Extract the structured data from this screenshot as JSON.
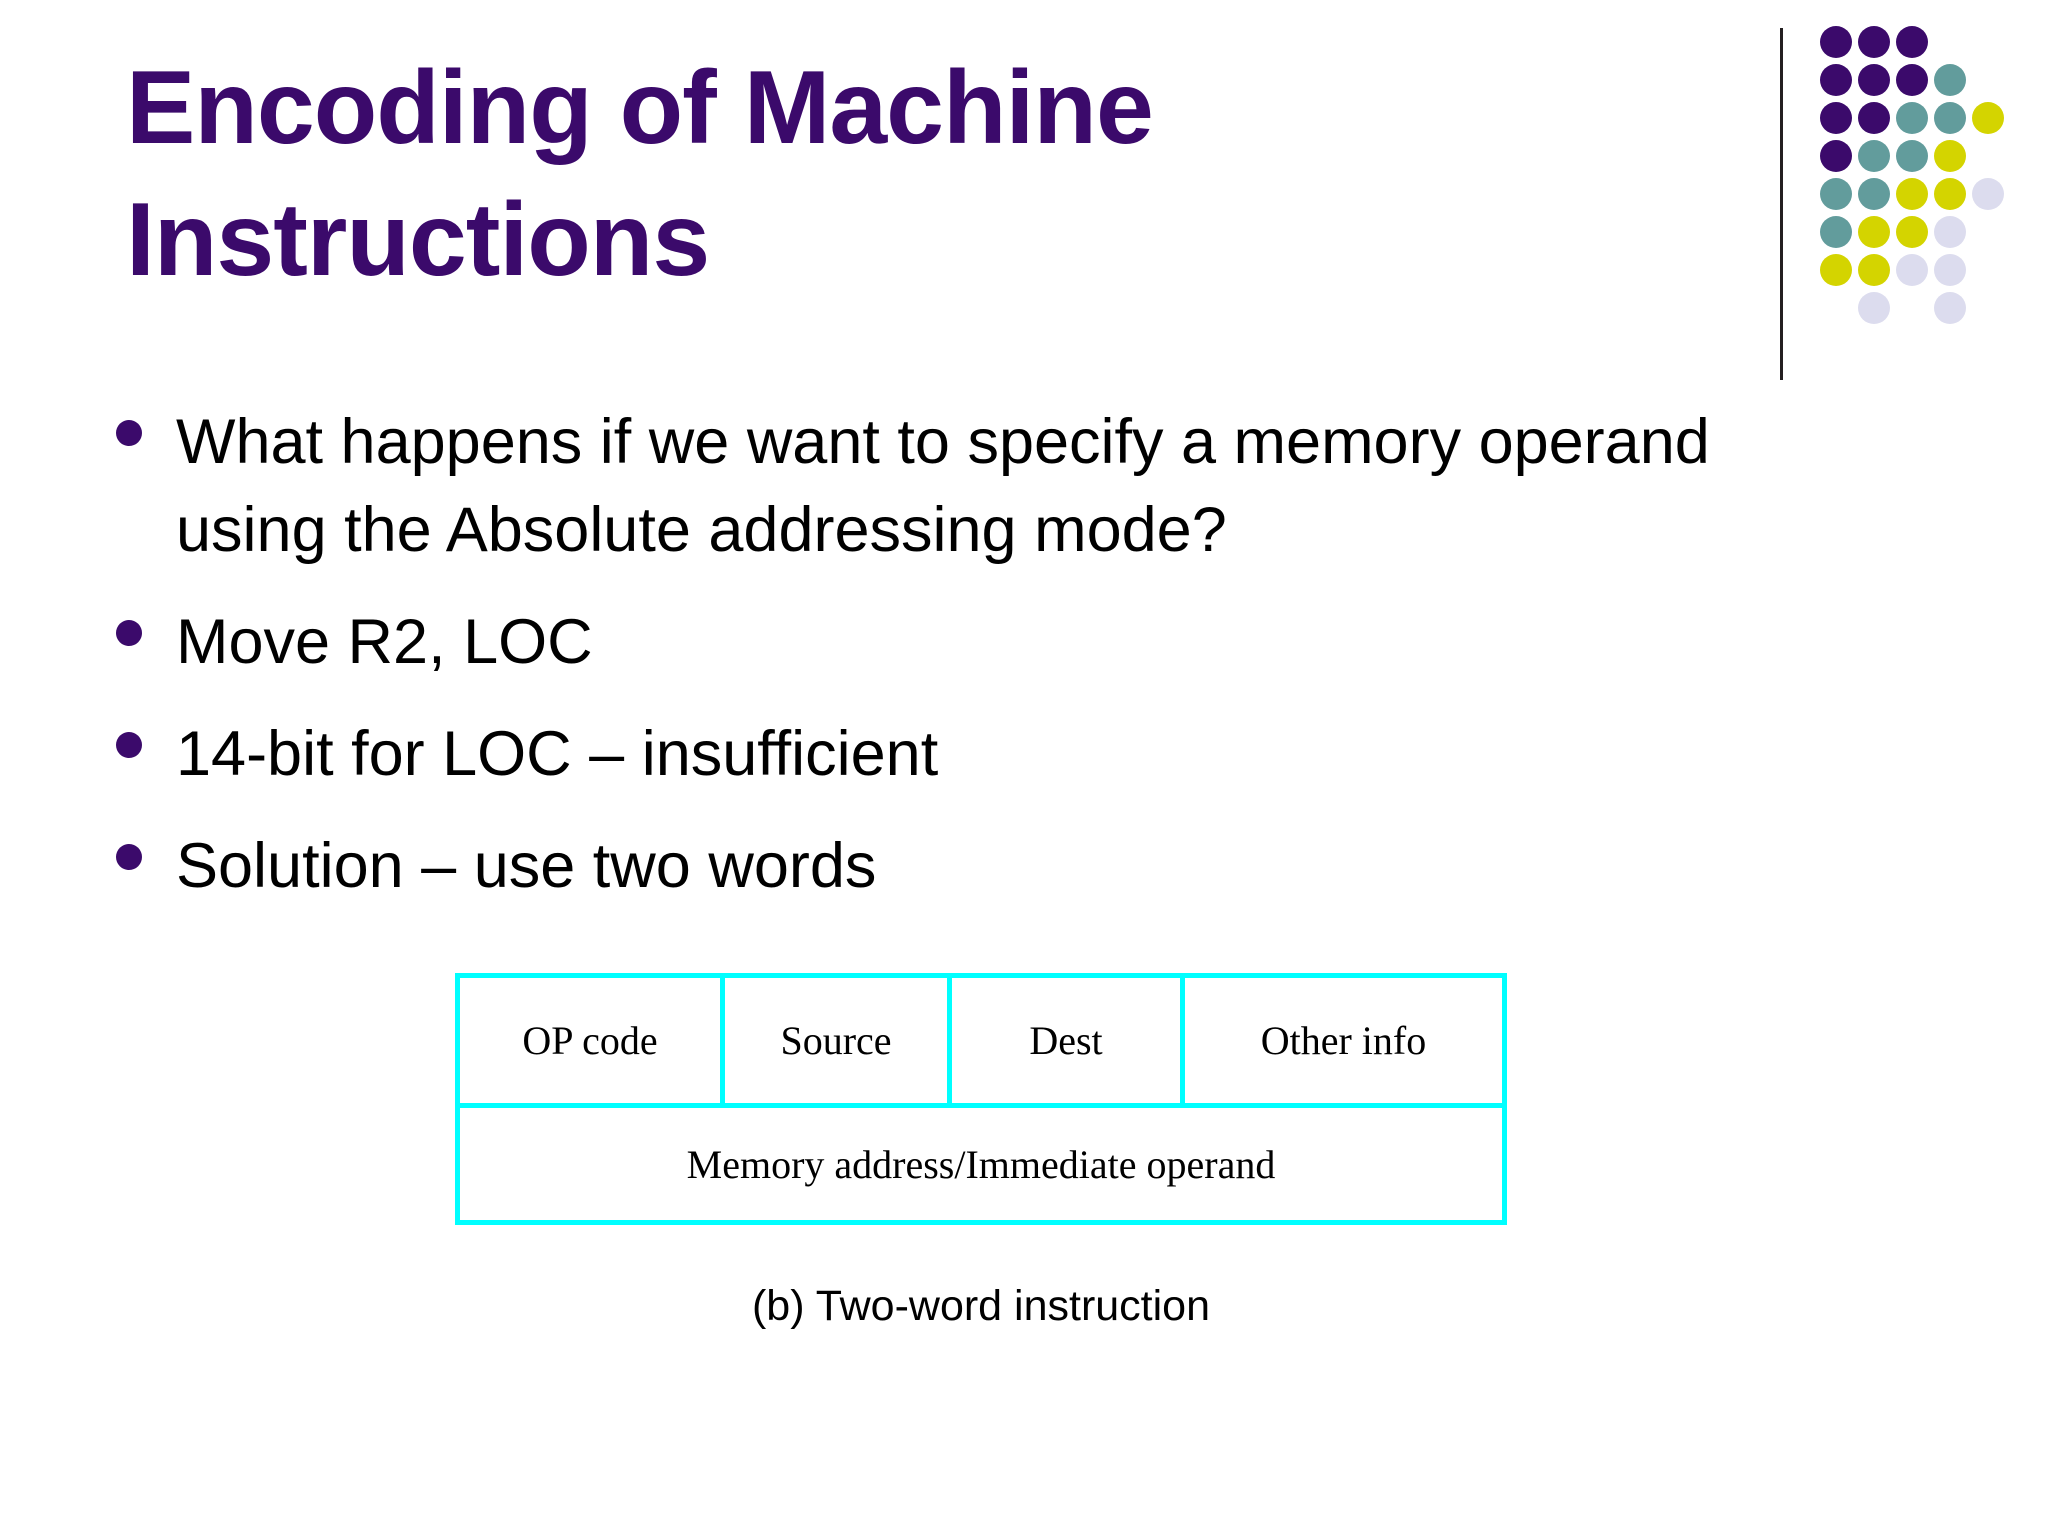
{
  "slide": {
    "title_lines": [
      "Encoding of Machine",
      "Instructions"
    ],
    "title_color": "#3B0A6B",
    "background_color": "#ffffff"
  },
  "logo": {
    "rule_color": "#231f20",
    "palette": {
      "purple": "#3B0A6B",
      "teal": "#629C9C",
      "yellow": "#D4D400",
      "lavender": "#DCDCEE"
    },
    "grid": [
      [
        "purple",
        "purple",
        "purple",
        null,
        null
      ],
      [
        "purple",
        "purple",
        "purple",
        "teal",
        null
      ],
      [
        "purple",
        "purple",
        "teal",
        "teal",
        "yellow"
      ],
      [
        "purple",
        "teal",
        "teal",
        "yellow",
        null
      ],
      [
        "teal",
        "teal",
        "yellow",
        "yellow",
        "lavender"
      ],
      [
        "teal",
        "yellow",
        "yellow",
        "lavender",
        null
      ],
      [
        "yellow",
        "yellow",
        "lavender",
        "lavender",
        null
      ],
      [
        null,
        "lavender",
        null,
        "lavender",
        null
      ]
    ]
  },
  "bullets": [
    {
      "text": "What happens if we want to specify a memory operand using the Absolute addressing mode?"
    },
    {
      "text": "Move  R2, LOC"
    },
    {
      "text": "14-bit for LOC – insufficient"
    },
    {
      "text": "Solution – use two words"
    }
  ],
  "diagram": {
    "border_color": "#00FFFF",
    "word1_fields": [
      "OP code",
      "Source",
      "Dest",
      "Other info"
    ],
    "word2_field": "Memory address/Immediate operand",
    "caption": "(b) Two-word instruction"
  }
}
